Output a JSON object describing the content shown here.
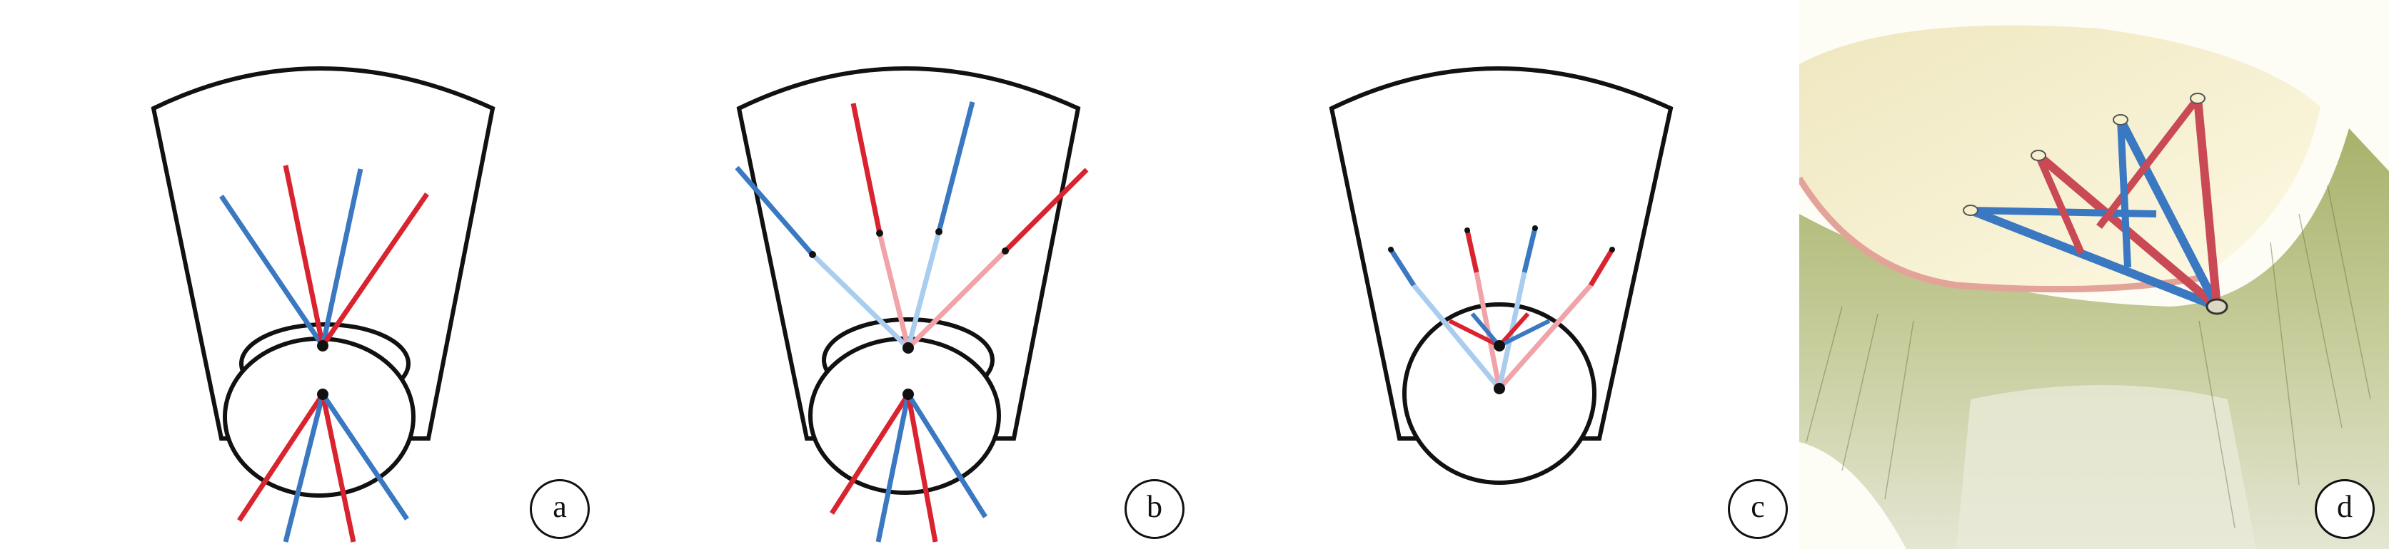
{
  "panels": [
    {
      "id": "a",
      "label": "a"
    },
    {
      "id": "b",
      "label": "b"
    },
    {
      "id": "c",
      "label": "c"
    },
    {
      "id": "d",
      "label": "d"
    }
  ],
  "colors": {
    "outline": "#111111",
    "red_tunnel": "#d9232e",
    "blue_tunnel": "#3a78c2",
    "light_red": "#f0a3a8",
    "light_blue": "#a8cdef"
  },
  "icons": [
    "bone-outline-icon",
    "tunnel-line-icon",
    "anchor-dot-icon",
    "glenoid-illustration-icon"
  ]
}
